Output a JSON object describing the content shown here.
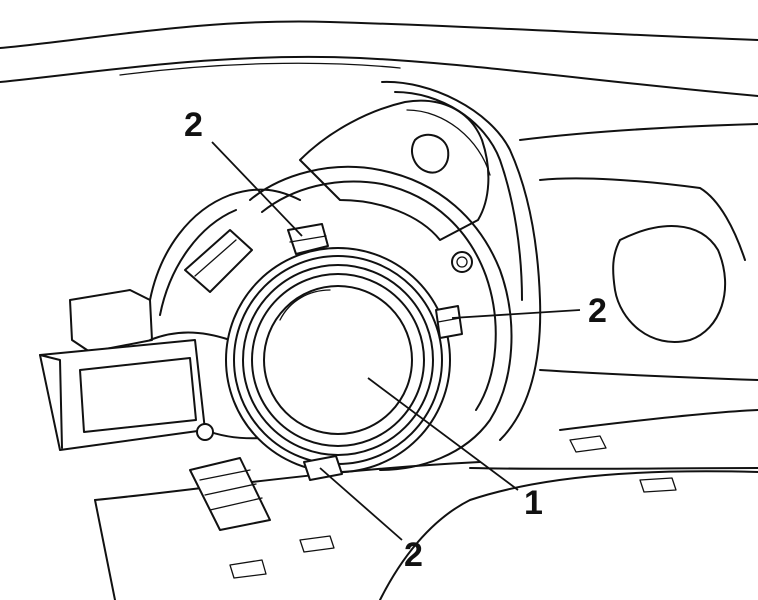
{
  "callouts": [
    {
      "id": "c1",
      "label": "1"
    },
    {
      "id": "c2a",
      "label": "2"
    },
    {
      "id": "c2b",
      "label": "2"
    },
    {
      "id": "c2c",
      "label": "2"
    }
  ],
  "colors": {
    "ink": "#111111",
    "background": "#ffffff"
  }
}
